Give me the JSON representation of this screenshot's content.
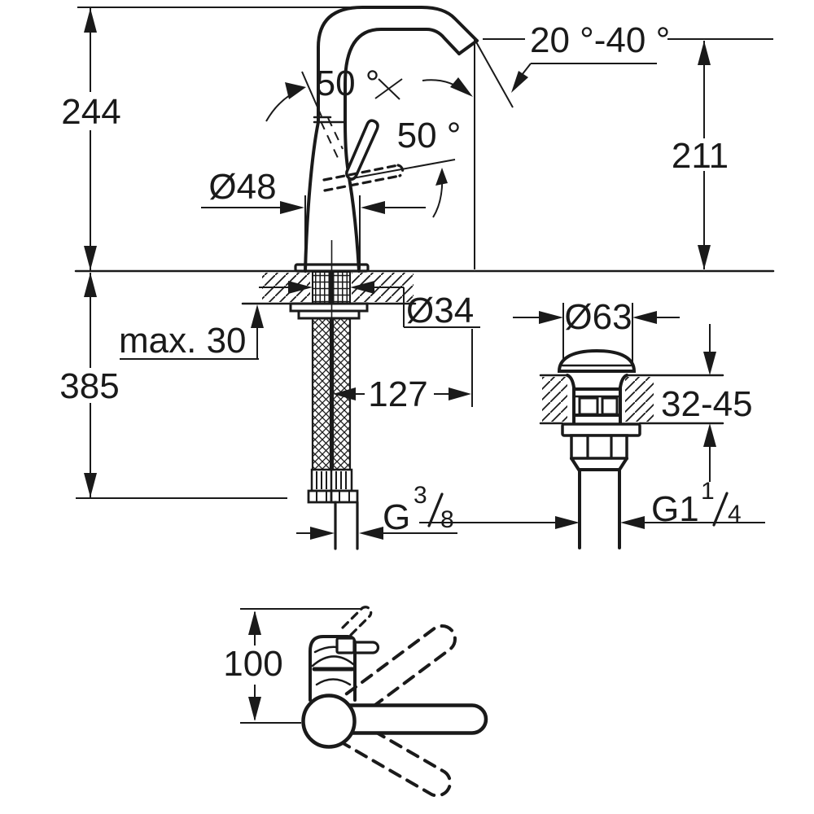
{
  "drawing": {
    "labels": {
      "height_overall": "244",
      "height_outlet": "211",
      "outlet_angle": "20 °-40 °",
      "handle_angle_open": "50 °",
      "handle_angle_swivel": "50 °",
      "base_diameter": "Ø48",
      "shank_diameter": "Ø34",
      "max_deck_thickness": "max. 30",
      "hose_length": "385",
      "spout_projection": "127",
      "supply_thread_base": "G",
      "supply_thread_numerator": "3",
      "supply_thread_denominator": "8",
      "drain_cap_diameter": "Ø63",
      "drain_deck_range": "32-45",
      "drain_thread_base": "G1",
      "drain_thread_numerator": "1",
      "drain_thread_denominator": "4",
      "swivel_body_depth": "100"
    },
    "colors": {
      "line": "#1a1a1a",
      "background": "#ffffff"
    }
  }
}
